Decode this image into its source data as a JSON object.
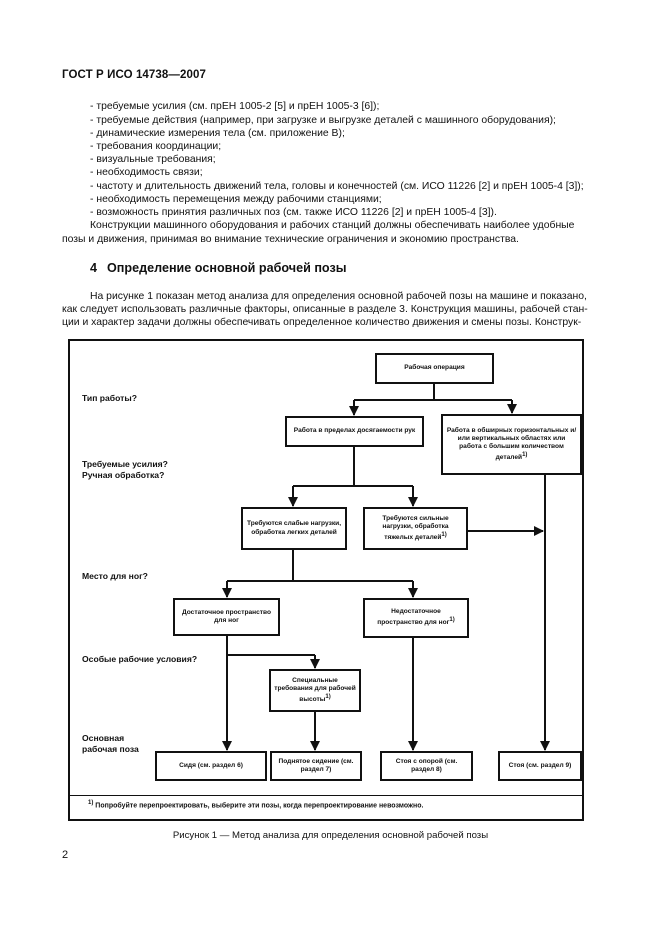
{
  "header": "ГОСТ Р ИСО 14738—2007",
  "list_items": [
    "- требуемые усилия (см. прЕН 1005-2 [5] и прЕН 1005-3 [6]);",
    "- требуемые действия (например, при загрузке и выгрузке деталей с машинного оборудования);",
    "- динамические измерения тела (см. приложение В);",
    "- требования координации;",
    "- визуальные требования;",
    "- необходимость связи;",
    "- частоту и длительность движений тела, головы и конечностей (см. ИСО 11226 [2] и прЕН 1005-4 [3]);",
    "- необходимость перемещения между рабочими станциями;",
    "- возможность принятия различных поз (см. также ИСО 11226 [2] и прЕН 1005-4 [3])."
  ],
  "paragraph1": [
    "Конструкции машинного оборудования и рабочих станций должны обеспечивать наиболее удобные",
    "позы и движения, принимая во внимание технические ограничения и экономию пространства."
  ],
  "section": {
    "number": "4",
    "title": "Определение основной рабочей позы"
  },
  "paragraph2": [
    "На рисунке 1 показан метод анализа для определения основной рабочей позы на машине и показано,",
    "как следует использовать различные факторы, описанные в разделе 3. Конструкция машины, рабочей стан-",
    "ции и характер задачи должны обеспечивать определенное количество движения и смены позы. Конструк-"
  ],
  "diagram": {
    "questions": {
      "work_type": "Тип работы?",
      "force": [
        "Требуемые усилия?",
        "Ручная обработка?"
      ],
      "legroom": "Место для ног?",
      "special": "Особые рабочие условия?",
      "posture": [
        "Основная",
        "рабочая поза"
      ]
    },
    "boxes": {
      "operation": "Рабочая операция",
      "reach": "Работа в пределах досягаемости рук",
      "large_area": "Работа в обширных горизонтальных и/или вертикальных областях или работа с большим количеством деталей",
      "light": "Требуются слабые нагрузки, обработка легких деталей",
      "heavy": "Требуются сильные нагрузки, обработка тяжелых деталей",
      "enough_legroom": "Достаточное пространство для ног",
      "not_enough_legroom": "Недостаточное пространство для ног",
      "special_height": "Специальные требования для рабочей высоты",
      "sitting": "Сидя (см. раздел 6)",
      "high_seat": "Поднятое сидение (см. раздел 7)",
      "standing_support": "Стоя с опорой (см. раздел 8)",
      "standing": "Стоя (см. раздел 9)"
    },
    "footnote_mark": "1)",
    "footnote": "Попробуйте перепроектировать, выберите эти позы, когда перепроектирование невозможно."
  },
  "caption": "Рисунок 1 — Метод анализа для определения основной рабочей позы",
  "page_number": "2"
}
